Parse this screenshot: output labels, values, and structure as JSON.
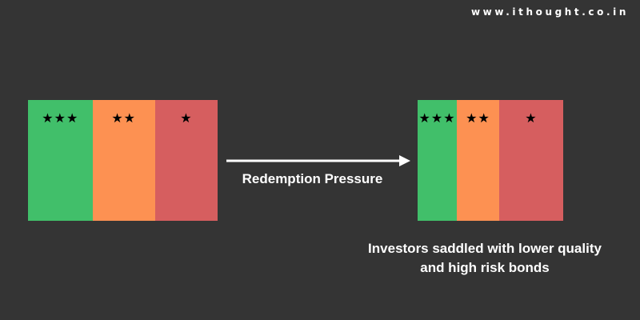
{
  "watermark": "www.ithought.co.in",
  "colors": {
    "background": "#343434",
    "high_quality": "#41bf6a",
    "medium_quality": "#fd9152",
    "low_quality": "#d65e5f"
  },
  "before": {
    "segments": [
      {
        "stars": "★★★",
        "share": 0.34,
        "color": "#41bf6a"
      },
      {
        "stars": "★★",
        "share": 0.33,
        "color": "#fd9152"
      },
      {
        "stars": "★",
        "share": 0.33,
        "color": "#d65e5f"
      }
    ]
  },
  "after": {
    "segments": [
      {
        "stars": "★★★",
        "share": 0.27,
        "color": "#41bf6a"
      },
      {
        "stars": "★★",
        "share": 0.29,
        "color": "#fd9152"
      },
      {
        "stars": "★",
        "share": 0.44,
        "color": "#d65e5f"
      }
    ]
  },
  "arrow_label": "Redemption Pressure",
  "caption": {
    "line1": "Investors saddled with lower quality",
    "line2": "and high risk bonds"
  }
}
